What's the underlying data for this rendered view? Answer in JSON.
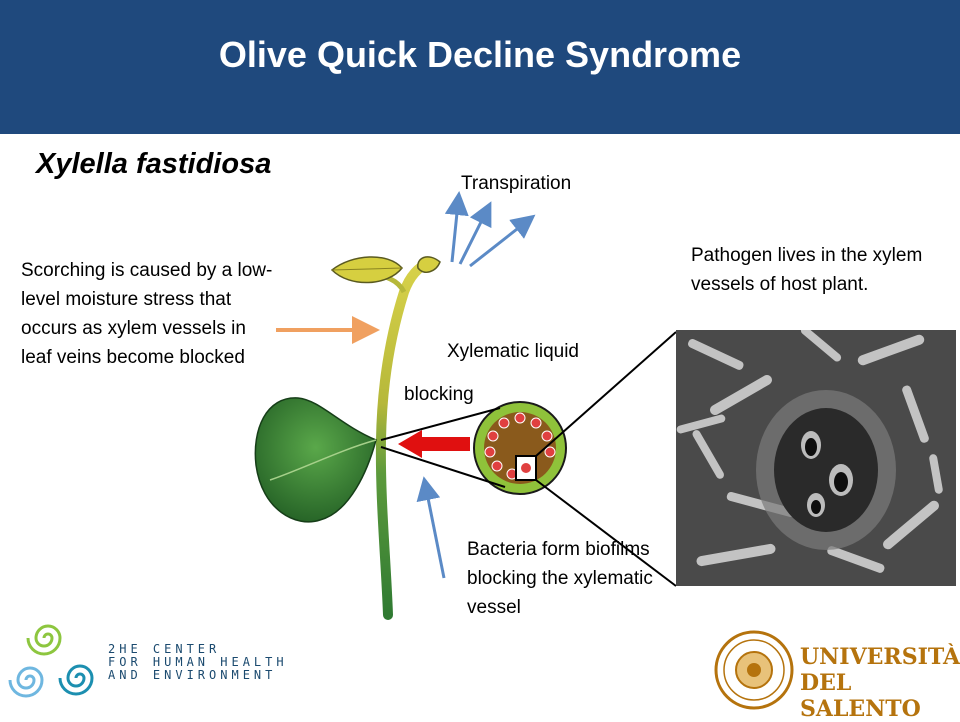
{
  "header": {
    "title": "Olive Quick Decline Syndrome"
  },
  "subtitle": "Xylella fastidiosa",
  "labels": {
    "transpiration": "Transpiration",
    "scorching": "Scorching is caused by a low-level moisture stress that occurs as xylem vessels in leaf veins become blocked",
    "pathogen": "Pathogen lives in the xylem vessels of host plant.",
    "xylematic_liquid": "Xylematic liquid",
    "blocking": "blocking",
    "bacteria": "Bacteria form biofilms blocking the xylematic vessel"
  },
  "logos": {
    "he_line1": "2HE CENTER",
    "he_line2": "FOR HUMAN HEALTH",
    "he_line3": "AND ENVIRONMENT",
    "uni_line1": "UNIVERSITÀ",
    "uni_line2": "DEL SALENTO"
  },
  "colors": {
    "header_bg": "#1f497d",
    "arrow_blue": "#5b8ac6",
    "arrow_orange": "#f0a060",
    "arrow_red": "#e01010",
    "stem_green": "#3f8a3a",
    "stem_yellow": "#c9c23a",
    "uni_gold": "#b5730d"
  },
  "icons": [
    "transpiration-arrow",
    "orange-arrow",
    "red-arrow",
    "blue-arrow",
    "spiral-logo-icon",
    "seal-icon"
  ]
}
